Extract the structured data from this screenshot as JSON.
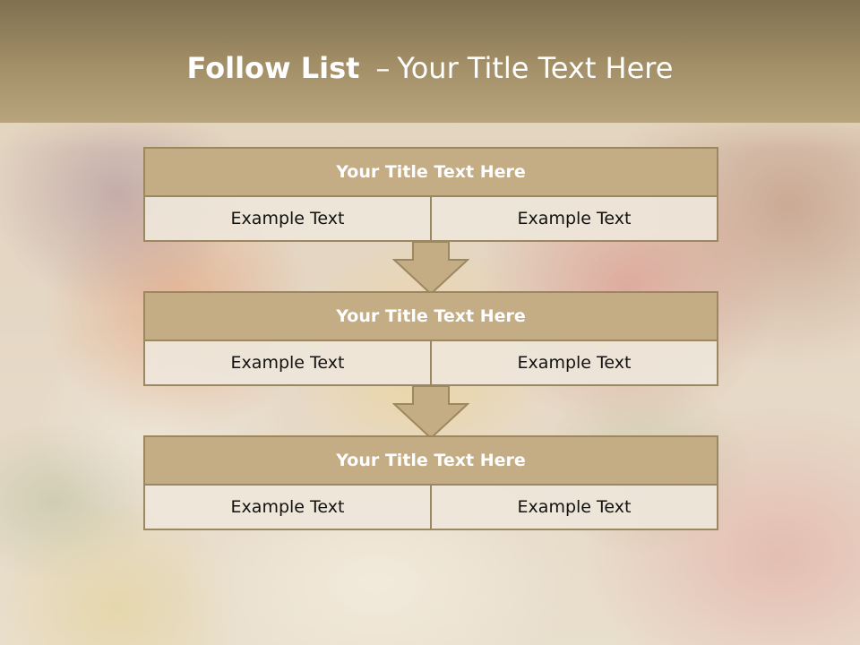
{
  "slide": {
    "title_bold": "Follow List",
    "title_dash": "–",
    "title_rest": "Your Title Text Here"
  },
  "blocks": [
    {
      "title": "Your Title Text Here",
      "left": "Example Text",
      "right": "Example Text"
    },
    {
      "title": "Your Title Text Here",
      "left": "Example Text",
      "right": "Example Text"
    },
    {
      "title": "Your Title Text Here",
      "left": "Example Text",
      "right": "Example Text"
    }
  ],
  "colors": {
    "header": "#a49068",
    "block_title_fill": "#c4ac84",
    "border": "#9c8860",
    "cell_fill": "#eee6da"
  }
}
